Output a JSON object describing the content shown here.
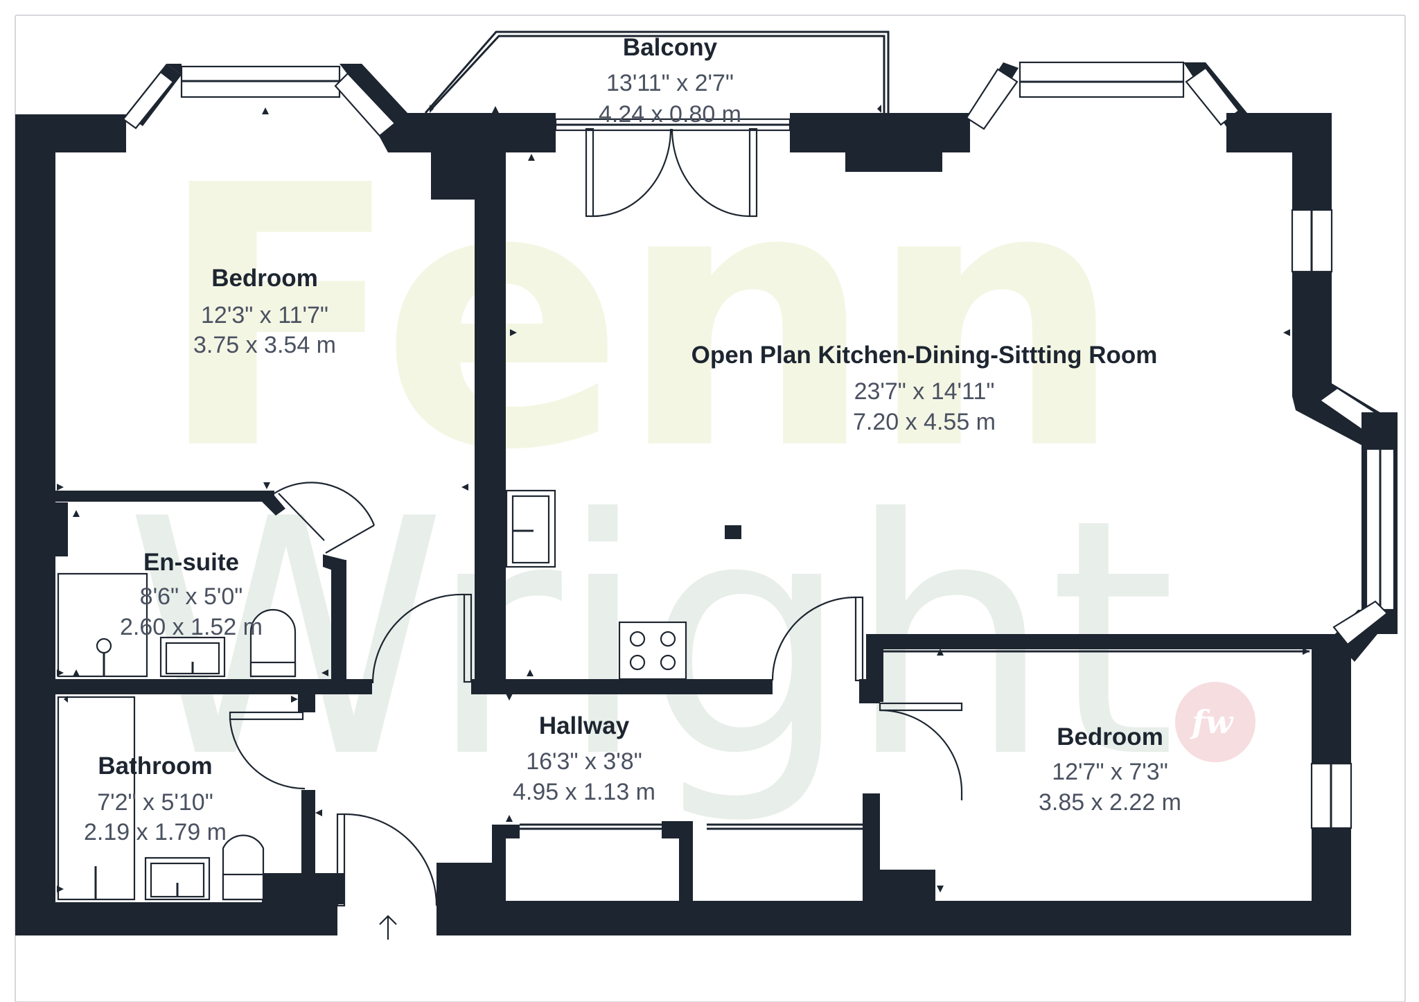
{
  "watermark": {
    "line1": "Fenn",
    "line2": "Wright",
    "logo": "fw"
  },
  "rooms": {
    "balcony": {
      "name": "Balcony",
      "imperial": "13'11\" x 2'7\"",
      "metric": "4.24 x 0.80 m"
    },
    "bedroom_main": {
      "name": "Bedroom",
      "imperial": "12'3\" x 11'7\"",
      "metric": "3.75 x 3.54 m"
    },
    "open_plan": {
      "name": "Open Plan Kitchen-Dining-Sittting Room",
      "imperial": "23'7\" x 14'11\"",
      "metric": "7.20 x 4.55 m"
    },
    "ensuite": {
      "name": "En-suite",
      "imperial": "8'6\" x 5'0\"",
      "metric": "2.60 x 1.52 m"
    },
    "hallway": {
      "name": "Hallway",
      "imperial": "16'3\" x 3'8\"",
      "metric": "4.95 x 1.13 m"
    },
    "bathroom": {
      "name": "Bathroom",
      "imperial": "7'2\" x 5'10\"",
      "metric": "2.19 x 1.79 m"
    },
    "bedroom_second": {
      "name": "Bedroom",
      "imperial": "12'7\" x 7'3\"",
      "metric": "3.85 x 2.22 m"
    }
  },
  "icons": {
    "entrance": "arrow-up-icon",
    "hob": "hob-icon",
    "sink": "sink-icon",
    "toilet": "toilet-icon",
    "bath": "bath-icon",
    "shower": "shower-icon"
  },
  "colors": {
    "wall": "#1d2530",
    "label": "#1d2530",
    "dimension": "#4a5160",
    "watermark_fenn": "#f4f6e4",
    "watermark_wright": "#e8eee9",
    "logo": "#f6dde0"
  }
}
